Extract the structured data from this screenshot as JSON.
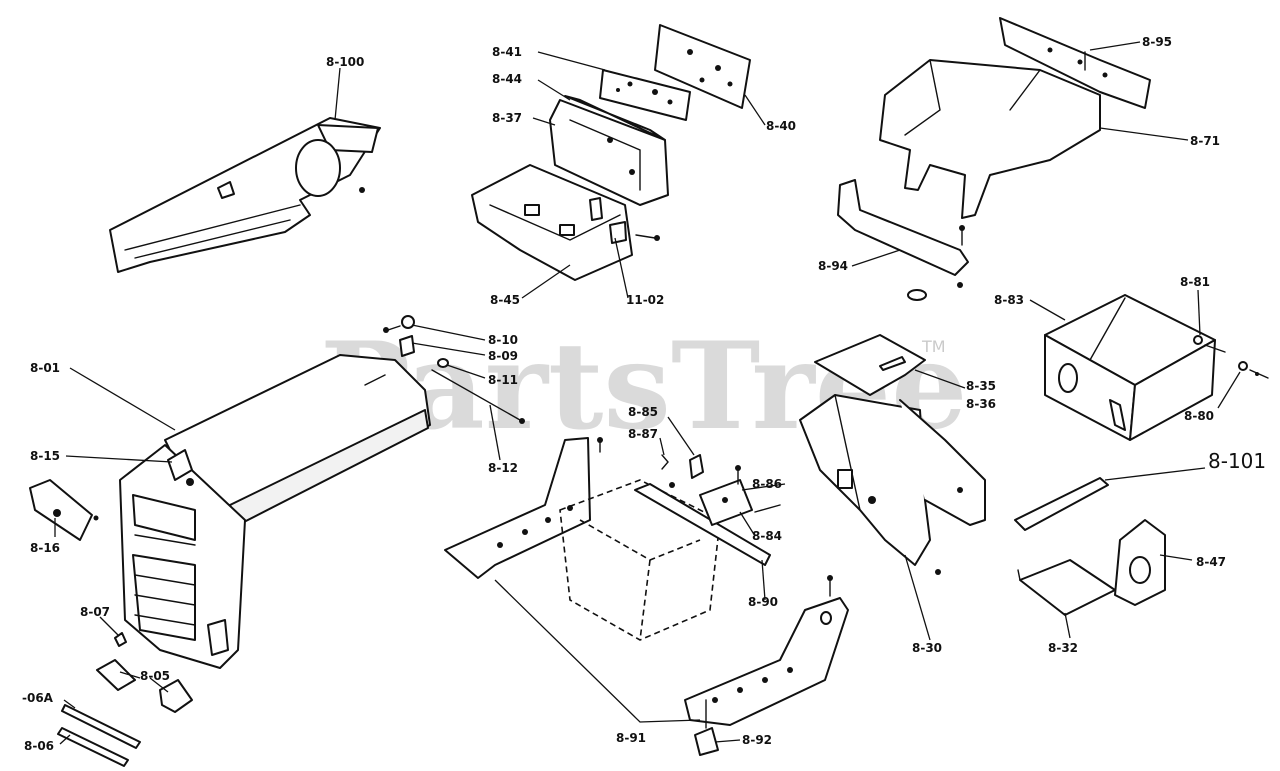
{
  "watermark": {
    "text": "PartsTree",
    "trademark": "TM"
  },
  "labels": {
    "p8_100": "8-100",
    "p8_41": "8-41",
    "p8_44": "8-44",
    "p8_37": "8-37",
    "p8_40": "8-40",
    "p8_45": "8-45",
    "p11_02": "11-02",
    "p8_95": "8-95",
    "p8_71": "8-71",
    "p8_94": "8-94",
    "p8_83": "8-83",
    "p8_81": "8-81",
    "p8_80": "8-80",
    "p8_101": "8-101",
    "p8_47": "8-47",
    "p8_32": "8-32",
    "p8_30": "8-30",
    "p8_35": "8-35",
    "p8_36": "8-36",
    "p8_10": "8-10",
    "p8_09": "8-09",
    "p8_11": "8-11",
    "p8_12": "8-12",
    "p8_01": "8-01",
    "p8_15": "8-15",
    "p8_16": "8-16",
    "p8_07": "8-07",
    "p8_05": "8-05",
    "p06A": "-06A",
    "p8_06": "8-06",
    "p8_85": "8-85",
    "p8_87": "8-87",
    "p8_86": "8-86",
    "p8_84": "8-84",
    "p8_90": "8-90",
    "p8_91": "8-91",
    "p8_92": "8-92"
  }
}
